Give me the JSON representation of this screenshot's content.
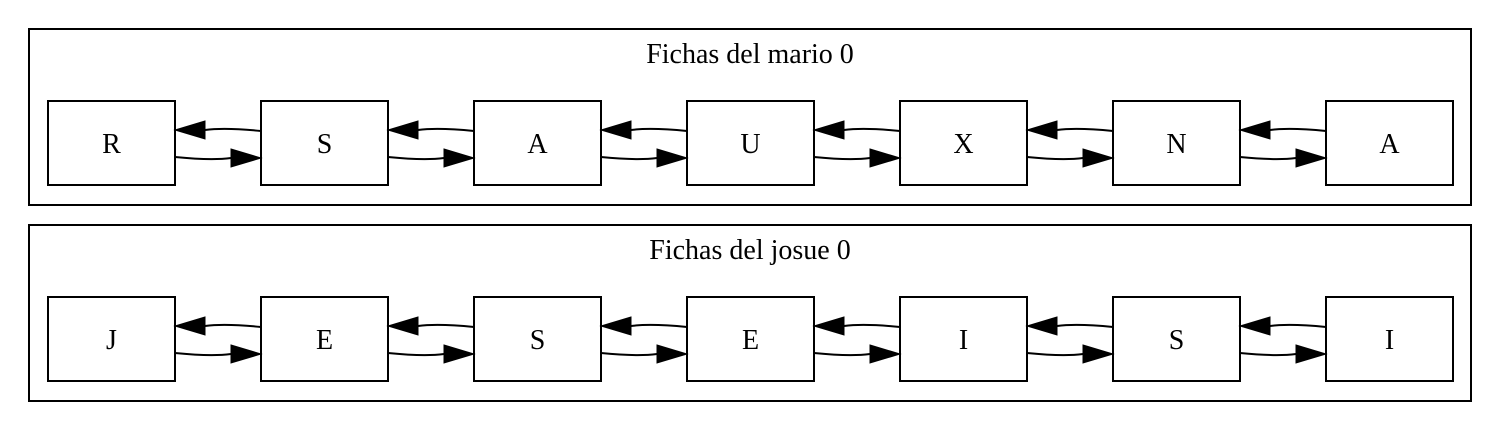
{
  "clusters": [
    {
      "title": "Fichas del mario 0",
      "nodes": [
        "R",
        "S",
        "A",
        "U",
        "X",
        "N",
        "A"
      ]
    },
    {
      "title": "Fichas del josue 0",
      "nodes": [
        "J",
        "E",
        "S",
        "E",
        "I",
        "S",
        "I"
      ]
    }
  ]
}
